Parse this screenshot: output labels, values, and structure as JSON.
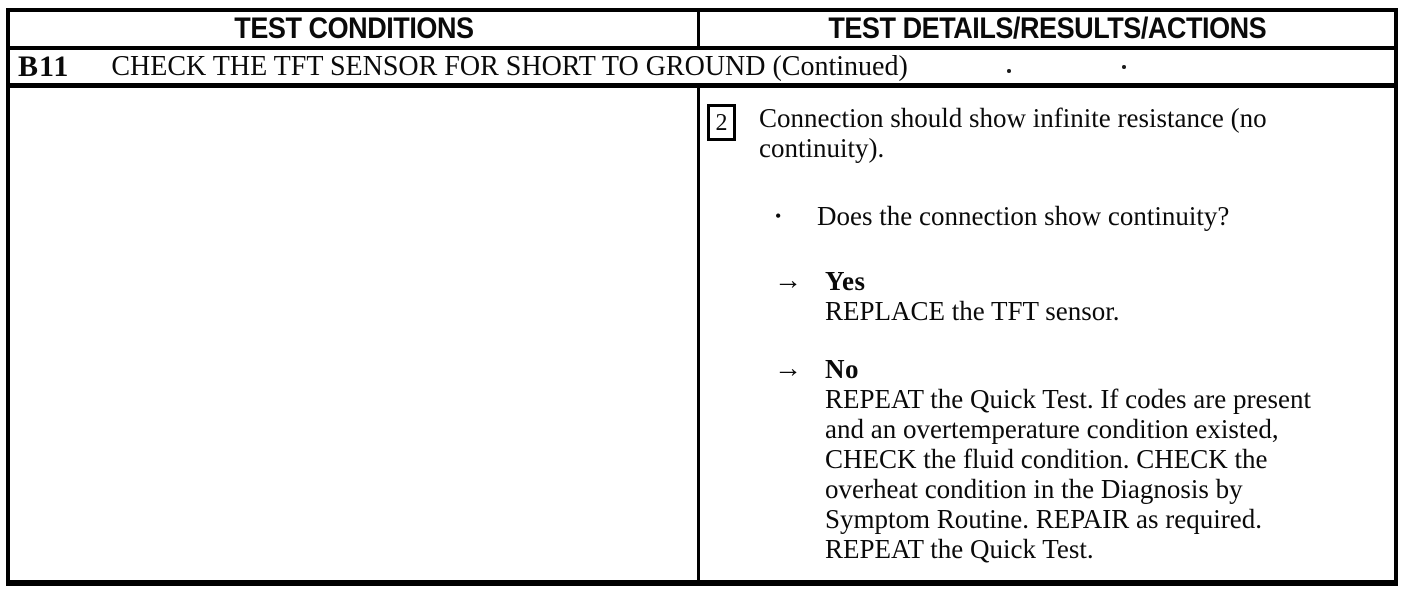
{
  "doc": {
    "header": {
      "left": "TEST CONDITIONS",
      "right": "TEST DETAILS/RESULTS/ACTIONS"
    },
    "section": {
      "id": "B11",
      "title": "CHECK THE TFT SENSOR FOR SHORT TO GROUND (Continued)"
    },
    "step": {
      "number": "2",
      "text": "Connection should show infinite resistance (no\ncontinuity)."
    },
    "question": {
      "bullet": "•",
      "text": "Does the connection show continuity?"
    },
    "results": [
      {
        "arrow": "→",
        "label": "Yes",
        "action": "REPLACE the TFT sensor."
      },
      {
        "arrow": "→",
        "label": "No",
        "action": "REPEAT the Quick Test. If codes are present\nand an overtemperature condition existed,\nCHECK the fluid condition. CHECK the\noverheat condition in the Diagnosis by\nSymptom Routine. REPAIR as required.\nREPEAT the Quick Test."
      }
    ]
  }
}
